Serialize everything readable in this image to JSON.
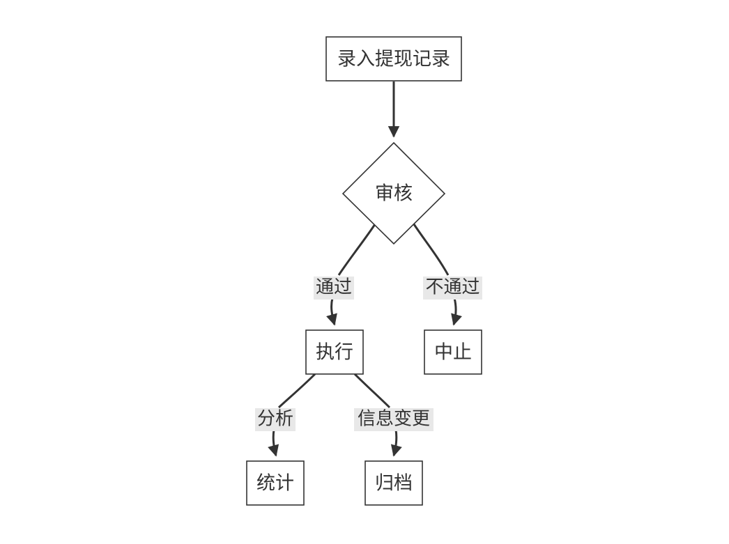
{
  "diagram": {
    "type": "flowchart",
    "colors": {
      "line": "#333333",
      "node_fill": "#ffffff",
      "label_background": "#e8e8e8",
      "text": "#333333"
    },
    "nodes": {
      "start": "录入提现记录",
      "review": "审核",
      "execute": "执行",
      "stop": "中止",
      "stats": "统计",
      "archive": "归档"
    },
    "edges": {
      "pass": "通过",
      "fail": "不通过",
      "analyze": "分析",
      "info_change": "信息变更"
    }
  }
}
